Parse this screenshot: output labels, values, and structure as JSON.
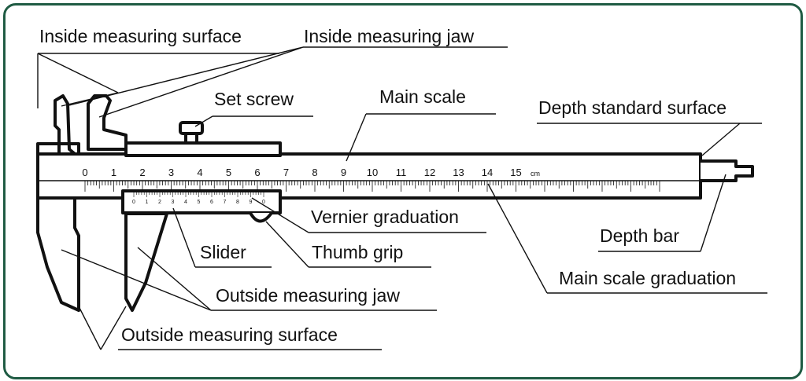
{
  "colors": {
    "frame": "#1f5b43",
    "ink": "#111111",
    "background": "#ffffff"
  },
  "labels": {
    "inside_measuring_surface": "Inside measuring surface",
    "inside_measuring_jaw": "Inside measuring jaw",
    "set_screw": "Set screw",
    "main_scale": "Main scale",
    "depth_standard_surface": "Depth standard surface",
    "vernier_graduation": "Vernier graduation",
    "depth_bar": "Depth bar",
    "slider": "Slider",
    "thumb_grip": "Thumb grip",
    "main_scale_graduation": "Main scale graduation",
    "outside_measuring_jaw": "Outside measuring jaw",
    "outside_measuring_surface": "Outside measuring surface"
  },
  "main_scale_numbers": [
    "0",
    "1",
    "2",
    "3",
    "4",
    "5",
    "6",
    "7",
    "8",
    "9",
    "10",
    "11",
    "12",
    "13",
    "14",
    "15"
  ],
  "main_scale_unit": "cm",
  "vernier_numbers": [
    "0",
    "1",
    "2",
    "3",
    "4",
    "5",
    "6",
    "7",
    "8",
    "9",
    "0"
  ]
}
